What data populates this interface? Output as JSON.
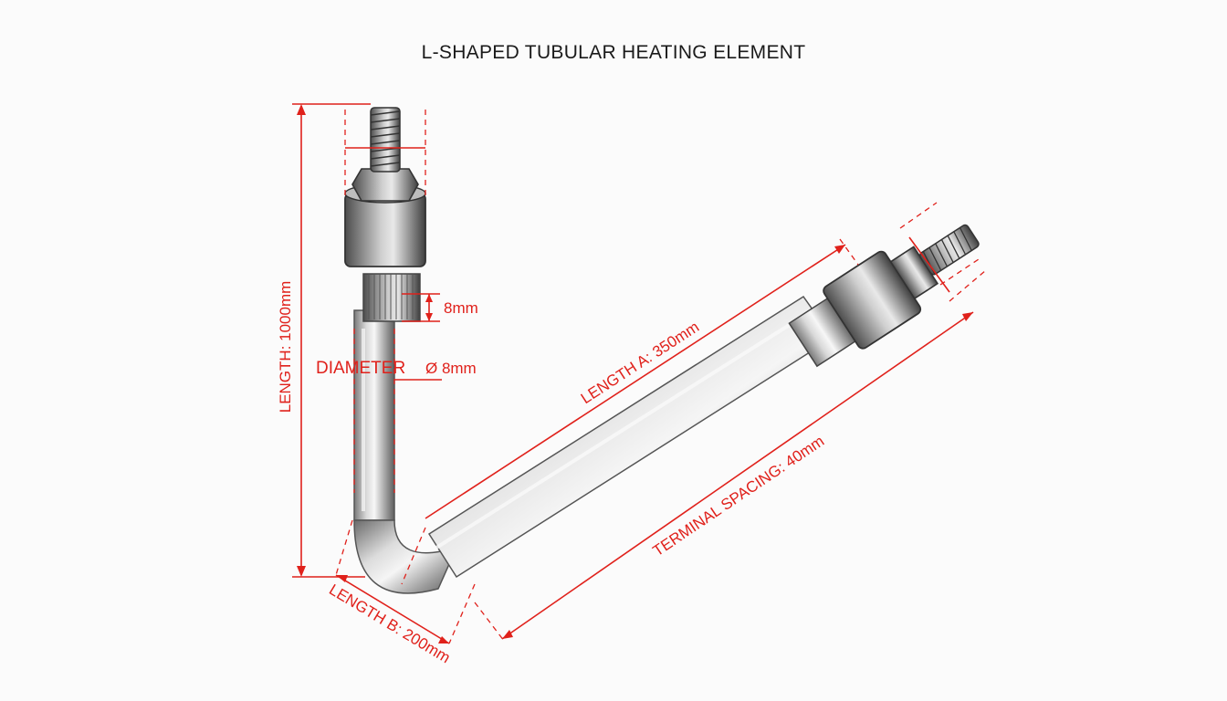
{
  "title": "L-SHAPED TUBULAR HEATING ELEMENT",
  "labels": {
    "length_vertical": "LENGTH: 1000mm",
    "nut_height": "8mm",
    "diameter_word": "DIAMETER",
    "diameter_value": "Ø 8mm",
    "length_a": "LENGTH A: 350mm",
    "length_b": "LENGTH B: 200mm",
    "terminal_spacing": "TERMINAL SPACING: 40mm"
  },
  "colors": {
    "dimension": "#e0211b",
    "metal_dark": "#6f6f6f",
    "metal_light": "#f2f2f2"
  }
}
